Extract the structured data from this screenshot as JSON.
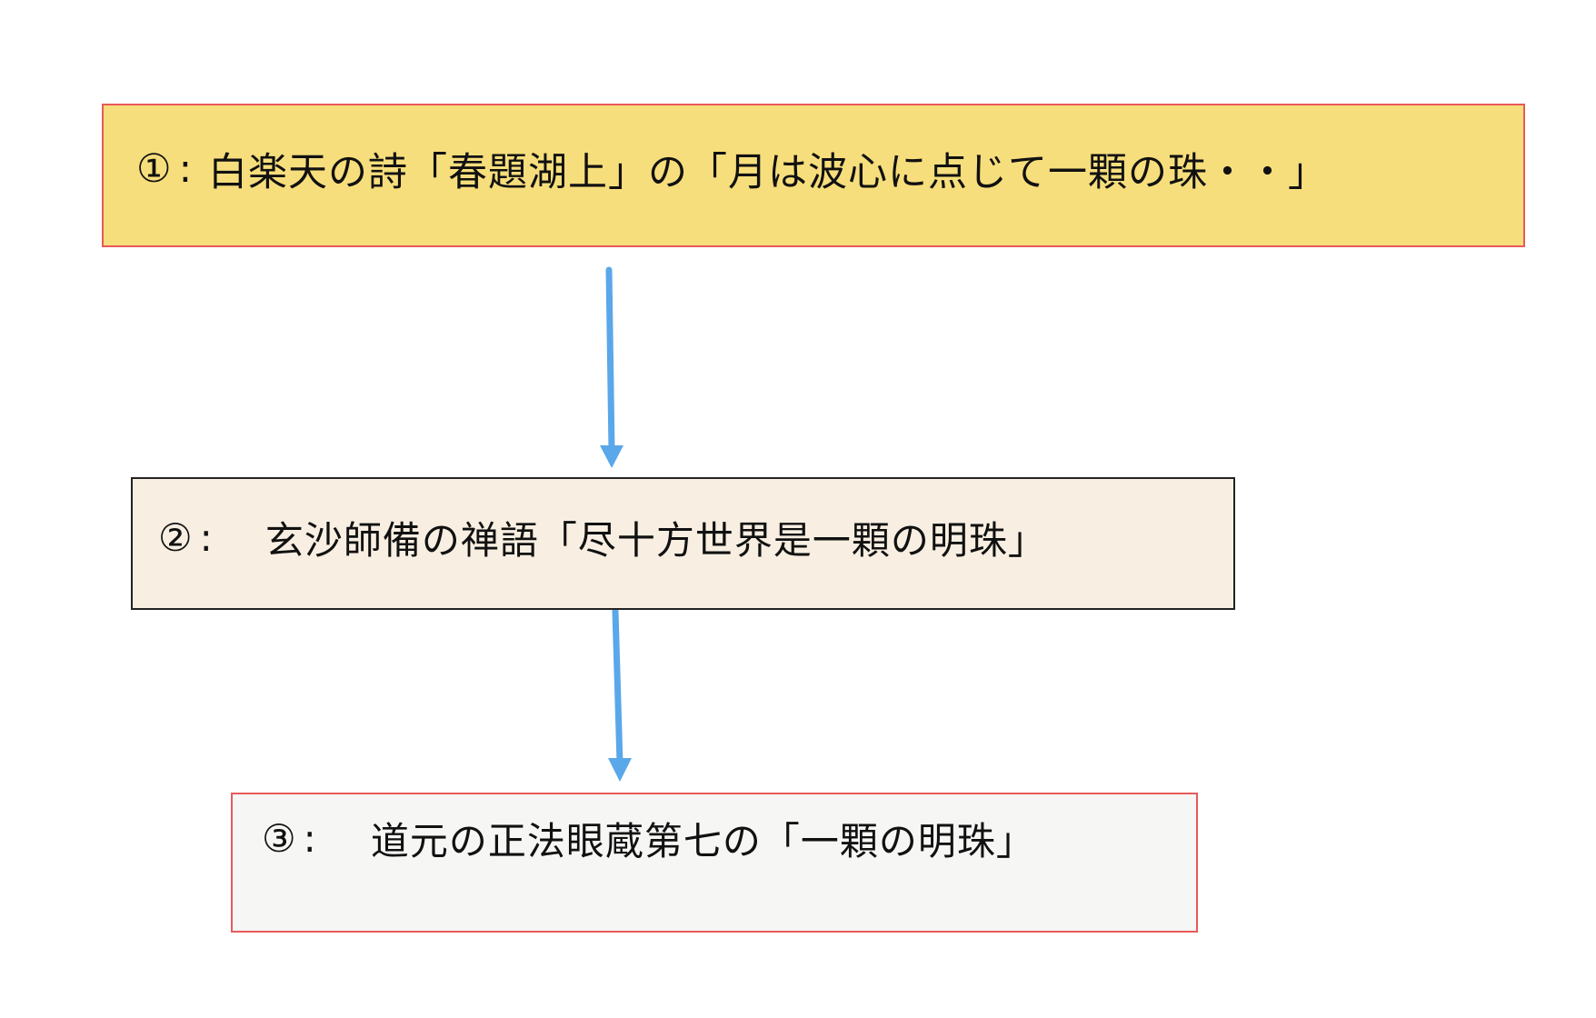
{
  "colors": {
    "box_1_fill": "#f7de7c",
    "box_border_red": "#e85a5a",
    "box_2_fill": "#f8efe2",
    "box_2_border": "#222222",
    "box_3_fill": "#f6f6f5",
    "arrow": "#5aa7ea"
  },
  "steps": [
    {
      "number": "①",
      "separator": ":",
      "text": "白楽天の詩「春題湖上」の「月は波心に点じて一顆の珠・・」"
    },
    {
      "number": "②",
      "separator": ":",
      "text": "玄沙師備の禅語「尽十方世界是一顆の明珠」"
    },
    {
      "number": "③",
      "separator": ":",
      "text": "道元の正法眼蔵第七の「一顆の明珠」"
    }
  ]
}
